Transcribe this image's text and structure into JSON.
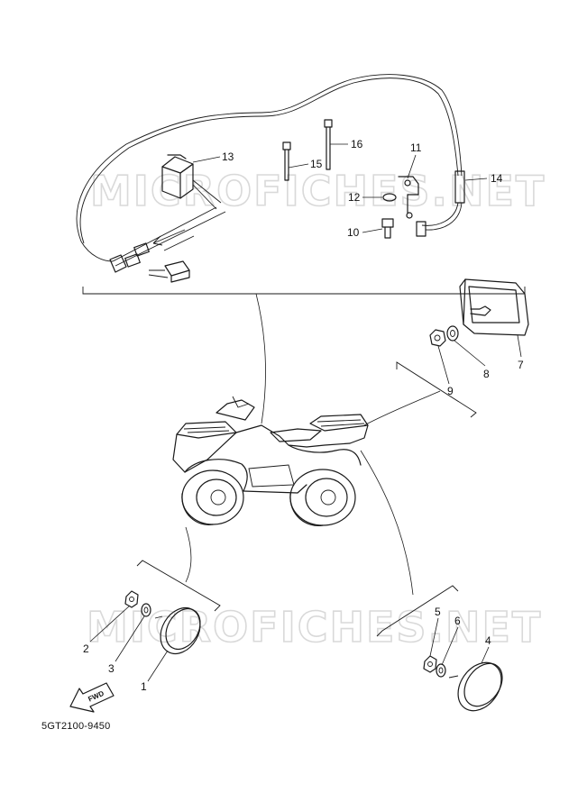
{
  "watermark": {
    "text_top": "MICROFICHES.NET",
    "text_bottom": "MICROFICHES.NET"
  },
  "callouts": {
    "c1": "1",
    "c2": "2",
    "c3": "3",
    "c4": "4",
    "c5": "5",
    "c6": "6",
    "c7": "7",
    "c8": "8",
    "c9": "9",
    "c10": "10",
    "c11": "11",
    "c12": "12",
    "c13": "13",
    "c14": "14",
    "c15": "15",
    "c16": "16"
  },
  "fwd_label": "FWD",
  "diagram_code": "5GT2100-9450"
}
